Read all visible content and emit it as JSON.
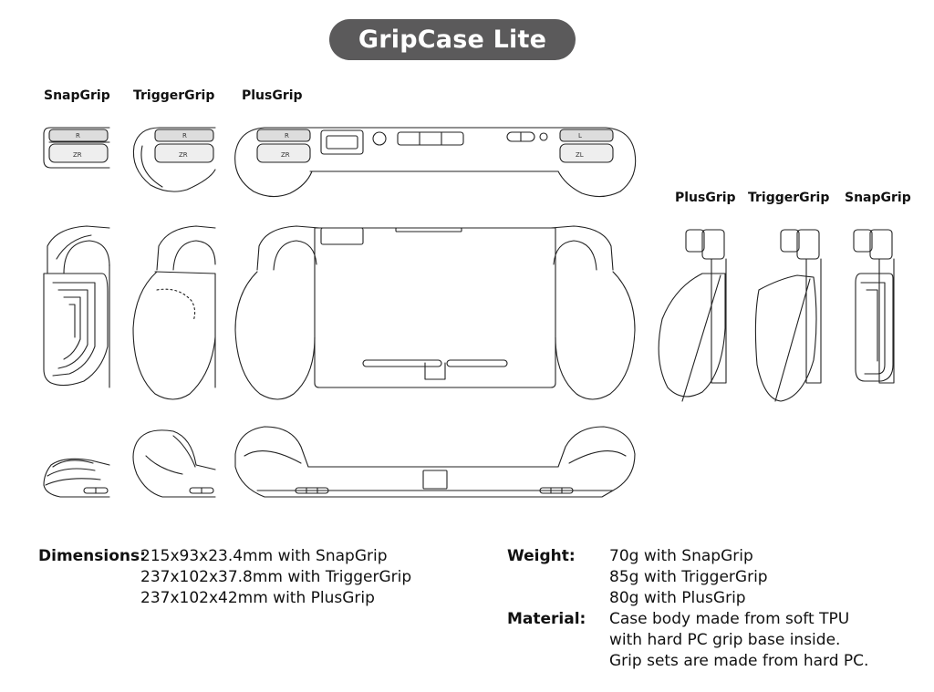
{
  "title": "GripCase Lite",
  "top_labels": [
    "SnapGrip",
    "TriggerGrip",
    "PlusGrip"
  ],
  "side_labels": [
    "PlusGrip",
    "TriggerGrip",
    "SnapGrip"
  ],
  "specs": {
    "dimensions": {
      "label": "Dimensions:",
      "lines": [
        "215x93x23.4mm with SnapGrip",
        "237x102x37.8mm with TriggerGrip",
        "237x102x42mm with PlusGrip"
      ]
    },
    "weight": {
      "label": "Weight:",
      "lines": [
        "70g with SnapGrip",
        "85g with TriggerGrip",
        "80g with PlusGrip"
      ]
    },
    "material": {
      "label": "Material:",
      "lines": [
        "Case body made from soft TPU",
        "with hard PC grip base inside.",
        "Grip sets are made from hard PC."
      ]
    }
  },
  "button_marks": [
    "R",
    "ZR",
    "L",
    "ZL"
  ]
}
